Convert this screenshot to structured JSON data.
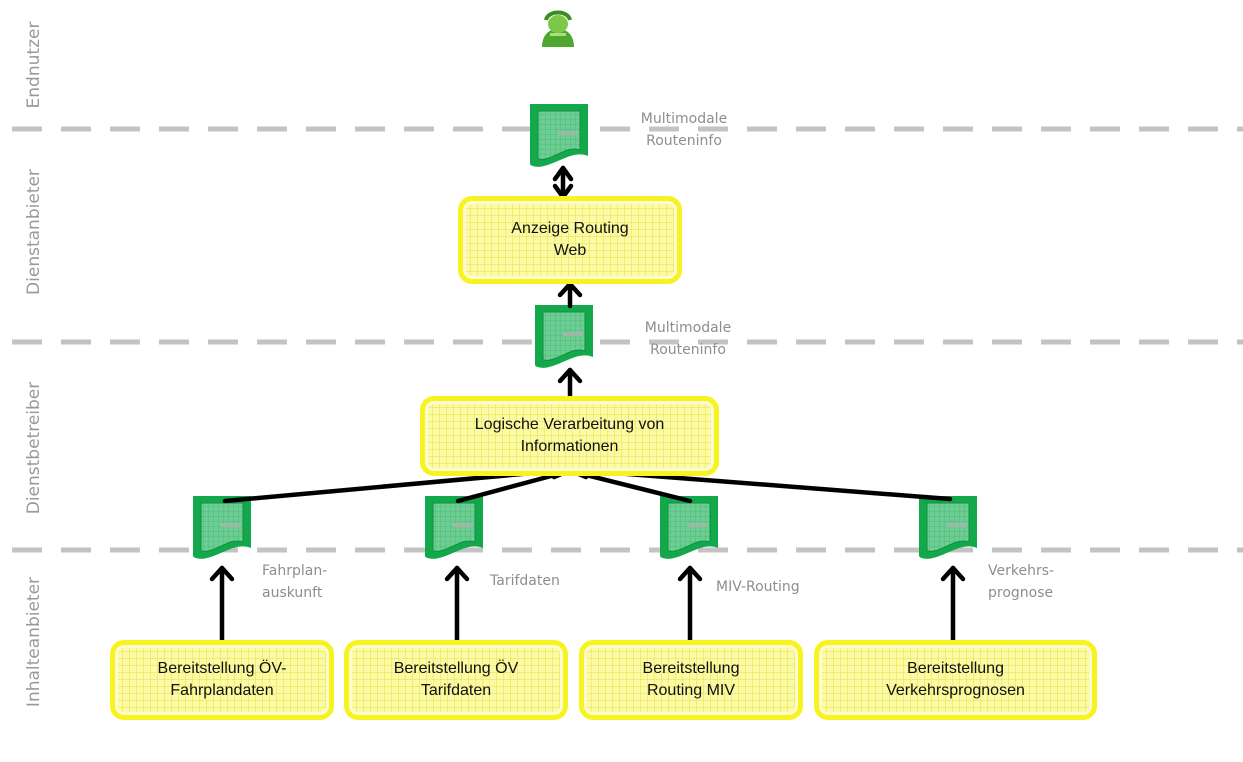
{
  "layers": [
    {
      "id": "endnutzer",
      "label": "Endnutzer"
    },
    {
      "id": "dienstanbieter",
      "label": "Dienstanbieter"
    },
    {
      "id": "dienstbetreiber",
      "label": "Dienstbetreiber"
    },
    {
      "id": "inhalteanbieter",
      "label": "Inhalteanbieter"
    }
  ],
  "processes": {
    "anzeige_routing": "Anzeige Routing Web",
    "logische_verarbeitung": "Logische Verarbeitung von Informationen",
    "oev_fahrplandaten": "Bereitstellung ÖV-Fahrplandaten",
    "oev_tarifdaten": "Bereitstellung ÖV Tarifdaten",
    "routing_miv": "Bereitstellung Routing MIV",
    "verkehrsprognosen": "Bereitstellung Verkehrsprognosen"
  },
  "documents": {
    "routeninfo_top": "Multimodale Routeninfo",
    "routeninfo_mid": "Multimodale Routeninfo",
    "fahrplanauskunft": "Fahrplan-auskunft",
    "tarifdaten": "Tarifdaten",
    "miv_routing": "MIV-Routing",
    "verkehrsprognose": "Verkehrs-prognose"
  },
  "colors": {
    "layer_divider": "#c3c3c3",
    "document_fill": "#1fb25a",
    "process_border": "#f7f31f",
    "process_fill": "#fbfaa6",
    "user_icon": "#5cb536",
    "arrow": "#000000"
  },
  "icons": {
    "end_user": "user-icon",
    "document": "document-icon"
  }
}
